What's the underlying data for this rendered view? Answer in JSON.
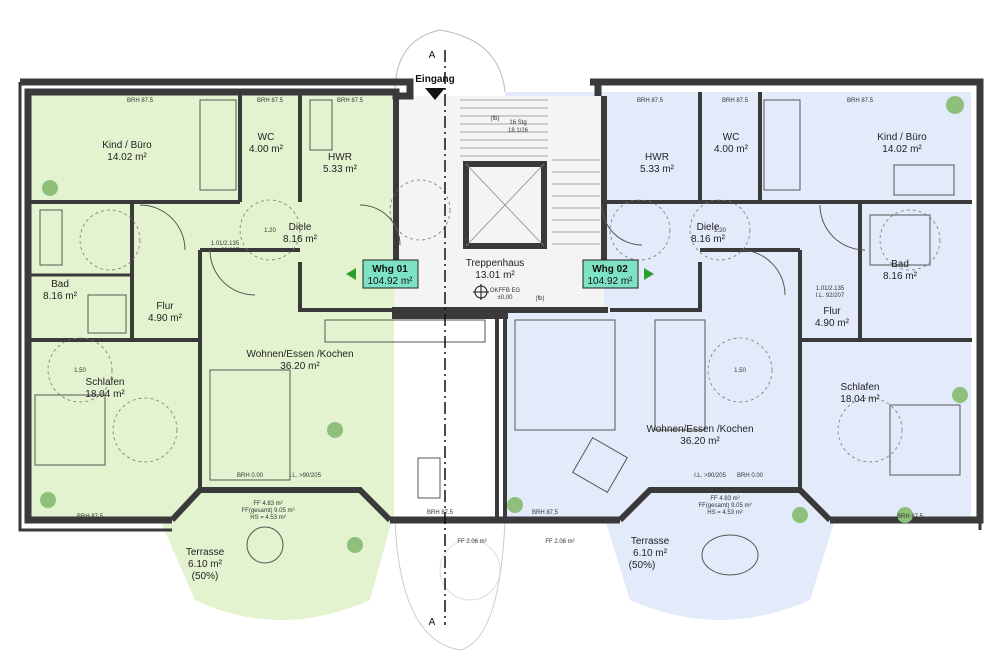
{
  "colors": {
    "left_unit": "#e4f3cf",
    "right_unit": "#e3ebfa",
    "stair": "#f4f4f4",
    "wall": "#3a3a3a",
    "tag_fill": "#7ee3c4",
    "arrow": "#2ca02c"
  },
  "entrance": "Eingang",
  "section_marker": "A",
  "stair": {
    "name": "Treppenhaus",
    "area": "13.01 m²",
    "steps": "16 Stg",
    "riser": "18.1/26",
    "level": "OKFFB EG",
    "level_value": "±0,00"
  },
  "units": [
    {
      "tag_name": "Whg 01",
      "tag_area": "104.92 m²",
      "rooms": [
        {
          "name": "Kind / Büro",
          "area": "14.02 m²"
        },
        {
          "name": "WC",
          "area": "4.00 m²"
        },
        {
          "name": "HWR",
          "area": "5.33 m²"
        },
        {
          "name": "Diele",
          "area": "8.16 m²"
        },
        {
          "name": "Bad",
          "area": "8.16 m²"
        },
        {
          "name": "Flur",
          "area": "4.90 m²"
        },
        {
          "name": "Schlafen",
          "area": "18.04 m²"
        },
        {
          "name": "Wohnen/Essen /Kochen",
          "area": "36.20 m²"
        }
      ],
      "terrace": {
        "name": "Terrasse",
        "area": "6.10 m²",
        "note": "(50%)"
      }
    },
    {
      "tag_name": "Whg 02",
      "tag_area": "104.92 m²",
      "rooms": [
        {
          "name": "Kind / Büro",
          "area": "14.02 m²"
        },
        {
          "name": "WC",
          "area": "4.00 m²"
        },
        {
          "name": "HWR",
          "area": "5.33 m²"
        },
        {
          "name": "Diele",
          "area": "8.16 m²"
        },
        {
          "name": "Bad",
          "area": "8.16 m²"
        },
        {
          "name": "Flur",
          "area": "4.90 m²"
        },
        {
          "name": "Schlafen",
          "area": "18.04 m²"
        },
        {
          "name": "Wohnen/Essen /Kochen",
          "area": "36.20 m²"
        }
      ],
      "terrace": {
        "name": "Terrasse",
        "area": "6.10 m²",
        "note": "(50%)"
      }
    }
  ],
  "small_labels": {
    "brh": "BRH 87.5",
    "brh_zero": "BRH 0.00",
    "window_ff": "FF 2.06 m²",
    "door": "1.01/2.135",
    "door_il": "I.L. 92/207",
    "bay_line1": "FF 4.83 m²",
    "bay_line2": "FF(gesamt) 9.05 m²",
    "bay_line3": "HS = 4.53 m²",
    "radius": "1.50",
    "radius_small": "1.20",
    "fb": "(fb)",
    "il_terrace": "I.L. >90/205"
  }
}
